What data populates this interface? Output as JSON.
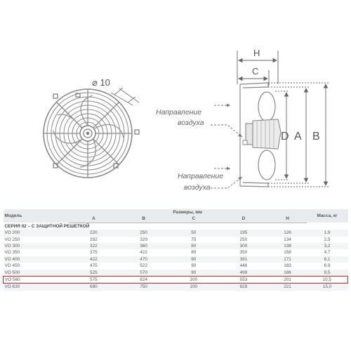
{
  "drawing": {
    "front_view": {
      "diameter_label": "⌀ 10"
    },
    "side_view": {
      "dim_H": "H",
      "dim_C": "C",
      "dim_D": "D",
      "dim_A": "A",
      "dim_B": "B",
      "air_top_line1": "Направление",
      "air_top_line2": "воздуха",
      "air_bottom_line1": "Направление",
      "air_bottom_line2": "воздуха"
    }
  },
  "table": {
    "model_header": "Модель",
    "sizes_header": "Размеры, мм",
    "mass_header": "Масса, кг",
    "sub_headers": [
      "A",
      "B",
      "C",
      "D",
      "H"
    ],
    "series_label": "СЕРИЯ 02 – С ЗАЩИТНОЙ РЕШЕТКОЙ",
    "rows": [
      {
        "model": "VO 200",
        "A": "220",
        "B": "250",
        "C": "50",
        "D": "195",
        "H": "126",
        "mass": "1,9"
      },
      {
        "model": "VO 250",
        "A": "282",
        "B": "320",
        "C": "75",
        "D": "250",
        "H": "134",
        "mass": "2,5"
      },
      {
        "model": "VO 300",
        "A": "322",
        "B": "360",
        "C": "80",
        "D": "300",
        "H": "138",
        "mass": "3,2"
      },
      {
        "model": "VO 350",
        "A": "375",
        "B": "422",
        "C": "80",
        "D": "350",
        "H": "158",
        "mass": "4,7"
      },
      {
        "model": "VO 400",
        "A": "422",
        "B": "470",
        "C": "90",
        "D": "391",
        "H": "171",
        "mass": "6,1"
      },
      {
        "model": "VO 450",
        "A": "475",
        "B": "522",
        "C": "90",
        "D": "446",
        "H": "183",
        "mass": "6,9"
      },
      {
        "model": "VO 500",
        "A": "525",
        "B": "570",
        "C": "90",
        "D": "499",
        "H": "186",
        "mass": "9,5"
      },
      {
        "model": "VO 560",
        "A": "575",
        "B": "624",
        "C": "100",
        "D": "553",
        "H": "201",
        "mass": "10,5"
      },
      {
        "model": "VO 630",
        "A": "680",
        "B": "750",
        "C": "100",
        "D": "628",
        "H": "221",
        "mass": "15,0"
      }
    ],
    "highlighted_model": "VO 560",
    "highlight_color": "#d7262b"
  }
}
